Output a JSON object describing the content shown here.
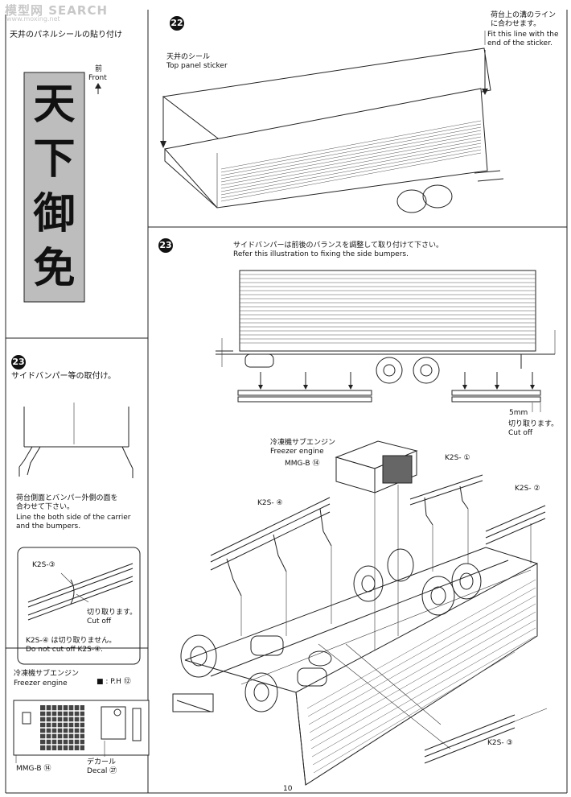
{
  "watermark": {
    "logo": "模型网",
    "search": "SEARCH",
    "site": "www.moxing.net"
  },
  "left": {
    "heading": "天井のパネルシールの貼り付け",
    "front_jp": "前",
    "front_en": "Front",
    "banner": [
      "天",
      "下",
      "御",
      "免"
    ]
  },
  "step23_left": {
    "number": "23",
    "title": "サイドバンパー等の取付け。",
    "note_jp": "荷台側面とバンパー外側の面を\n合わせて下さい。",
    "note_en": "Line the both side of the carrier\nand the bumpers."
  },
  "inset": {
    "part": "K2S-③",
    "cut_jp": "切り取ります。",
    "cut_en": "Cut off",
    "nocut": "K2S-④ は切り取りません。\nDo not cut off K2S-④."
  },
  "freezer_left": {
    "title_jp": "冷凍機サブエンジン",
    "title_en": "Freezer engine",
    "ref": "■ : P.H ⑫",
    "part": "MMG-B ⑭",
    "decal_jp": "デカール",
    "decal_en": "Decal ㉗"
  },
  "step22": {
    "number": "22",
    "sticker_jp": "天井のシール",
    "sticker_en": "Top panel sticker",
    "note_jp": "荷台上の溝のライン\nに合わせます。",
    "note_en": "Fit this line with the\nend of the sticker."
  },
  "step23": {
    "number": "23",
    "note_jp": "サイドバンパーは前後のバランスを調整して取り付けて下さい。",
    "note_en": "Refer this illustration to fixing the side bumpers.",
    "dim": "5mm",
    "cut_jp": "切り取ります。",
    "cut_en": "Cut off"
  },
  "assembly": {
    "engine_jp": "冷凍機サブエンジン",
    "engine_en": "Freezer engine",
    "engine_part": "MMG-B ⑭",
    "k2s1": "K2S- ①",
    "k2s2": "K2S- ②",
    "k2s3": "K2S- ③",
    "k2s4": "K2S- ④"
  },
  "page_number": "10"
}
